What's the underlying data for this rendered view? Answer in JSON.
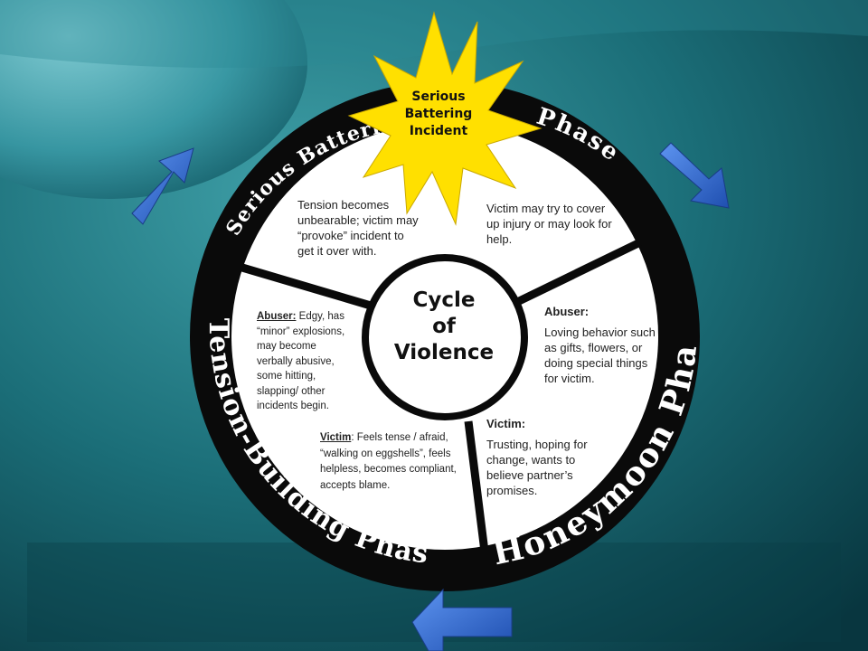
{
  "diagram": {
    "center": {
      "line1": "Cycle",
      "line2": "of",
      "line3": "Violence"
    },
    "star": {
      "line1": "Serious",
      "line2": "Battering",
      "line3": "Incident"
    },
    "ring_labels": {
      "serious_battering": "Serious Battering",
      "phase": "Phase",
      "tension_building": "Tension-Building Phase",
      "honeymoon": "Honeymoon Phase"
    },
    "sections": {
      "battering_victim_text": "Victim may try to cover up injury or may look for help.",
      "tension_top_text": "Tension becomes unbearable; victim may “provoke” incident to get it over with.",
      "tension_abuser_heading": "Abuser:",
      "tension_abuser_text": " Edgy, has “minor” explosions, may become verbally abusive, some hitting, slapping/ other incidents begin.",
      "tension_victim_heading": "Victim",
      "tension_victim_text": ": Feels tense / afraid, “walking on eggshells”, feels helpless, becomes compliant, accepts blame.",
      "honeymoon_abuser_heading": "Abuser:",
      "honeymoon_abuser_text": "Loving behavior such as gifts, flowers, or doing special things for victim.",
      "honeymoon_victim_heading": "Victim:",
      "honeymoon_victim_text": "Trusting, hoping for change, wants to believe partner’s promises."
    },
    "colors": {
      "background": "#0f5560",
      "ring": "#0a0a0a",
      "disc": "#ffffff",
      "star": "#ffe000",
      "arrow": "#2f6fd0"
    },
    "arrows": [
      "arrow-up-right",
      "arrow-down-right",
      "arrow-left"
    ]
  }
}
